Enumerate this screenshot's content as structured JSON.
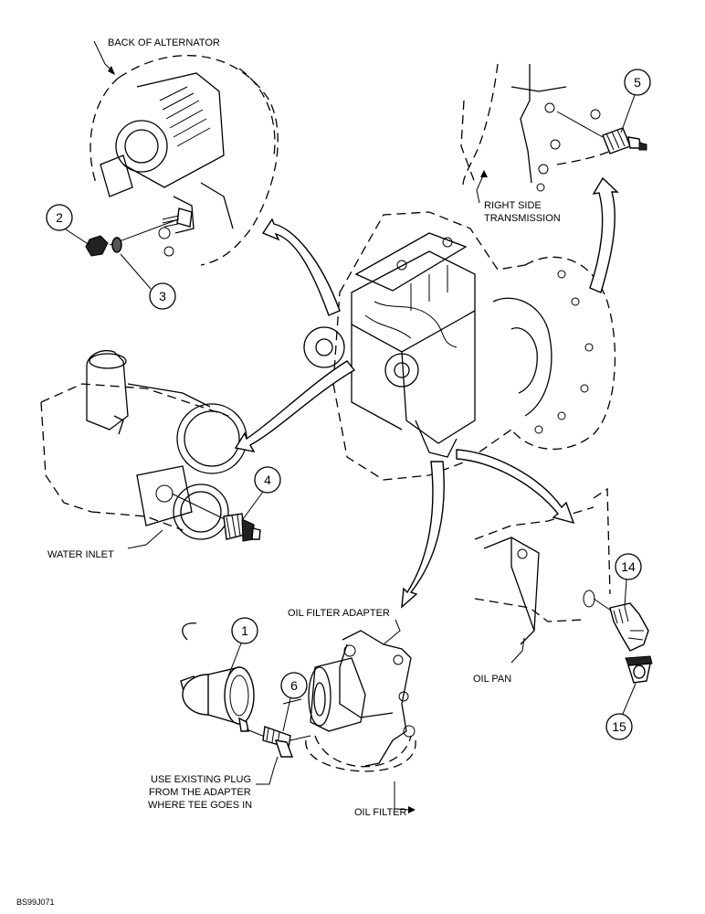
{
  "labels": {
    "back_of_alternator": "BACK OF ALTERNATOR",
    "right_side_transmission_1": "RIGHT SIDE",
    "right_side_transmission_2": "TRANSMISSION",
    "water_inlet": "WATER INLET",
    "oil_filter_adapter": "OIL FILTER ADAPTER",
    "oil_pan": "OIL PAN",
    "oil_filter": "OIL FILTER",
    "use_existing_plug_1": "USE EXISTING PLUG",
    "use_existing_plug_2": "FROM THE ADAPTER",
    "use_existing_plug_3": "WHERE TEE GOES IN",
    "figure_code": "BS99J071"
  },
  "callouts": [
    "1",
    "2",
    "3",
    "4",
    "5",
    "6",
    "14",
    "15"
  ]
}
